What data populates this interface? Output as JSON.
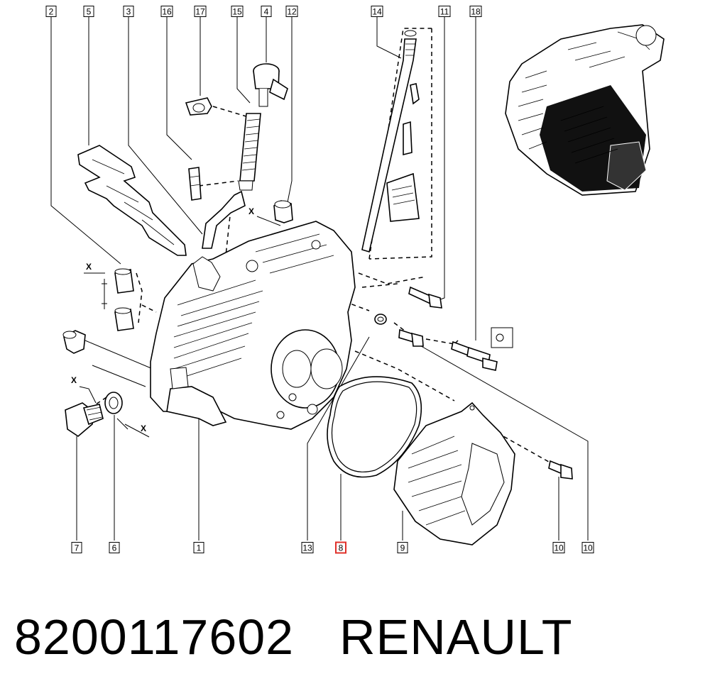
{
  "callouts_top": [
    {
      "label": "2"
    },
    {
      "label": "5"
    },
    {
      "label": "3"
    },
    {
      "label": "16"
    },
    {
      "label": "17"
    },
    {
      "label": "15"
    },
    {
      "label": "4"
    },
    {
      "label": "12"
    },
    {
      "label": "14"
    },
    {
      "label": "11"
    },
    {
      "label": "18"
    }
  ],
  "callouts_bottom": [
    {
      "label": "7"
    },
    {
      "label": "6"
    },
    {
      "label": "1"
    },
    {
      "label": "13"
    },
    {
      "label": "8",
      "highlighted": true
    },
    {
      "label": "9"
    },
    {
      "label": "10"
    },
    {
      "label": "10"
    }
  ],
  "x_markers": [
    "X",
    "X",
    "X",
    "X"
  ],
  "highlight_color": "#e0302a",
  "footer": {
    "part_number": "8200117602",
    "brand": "RENAULT"
  }
}
